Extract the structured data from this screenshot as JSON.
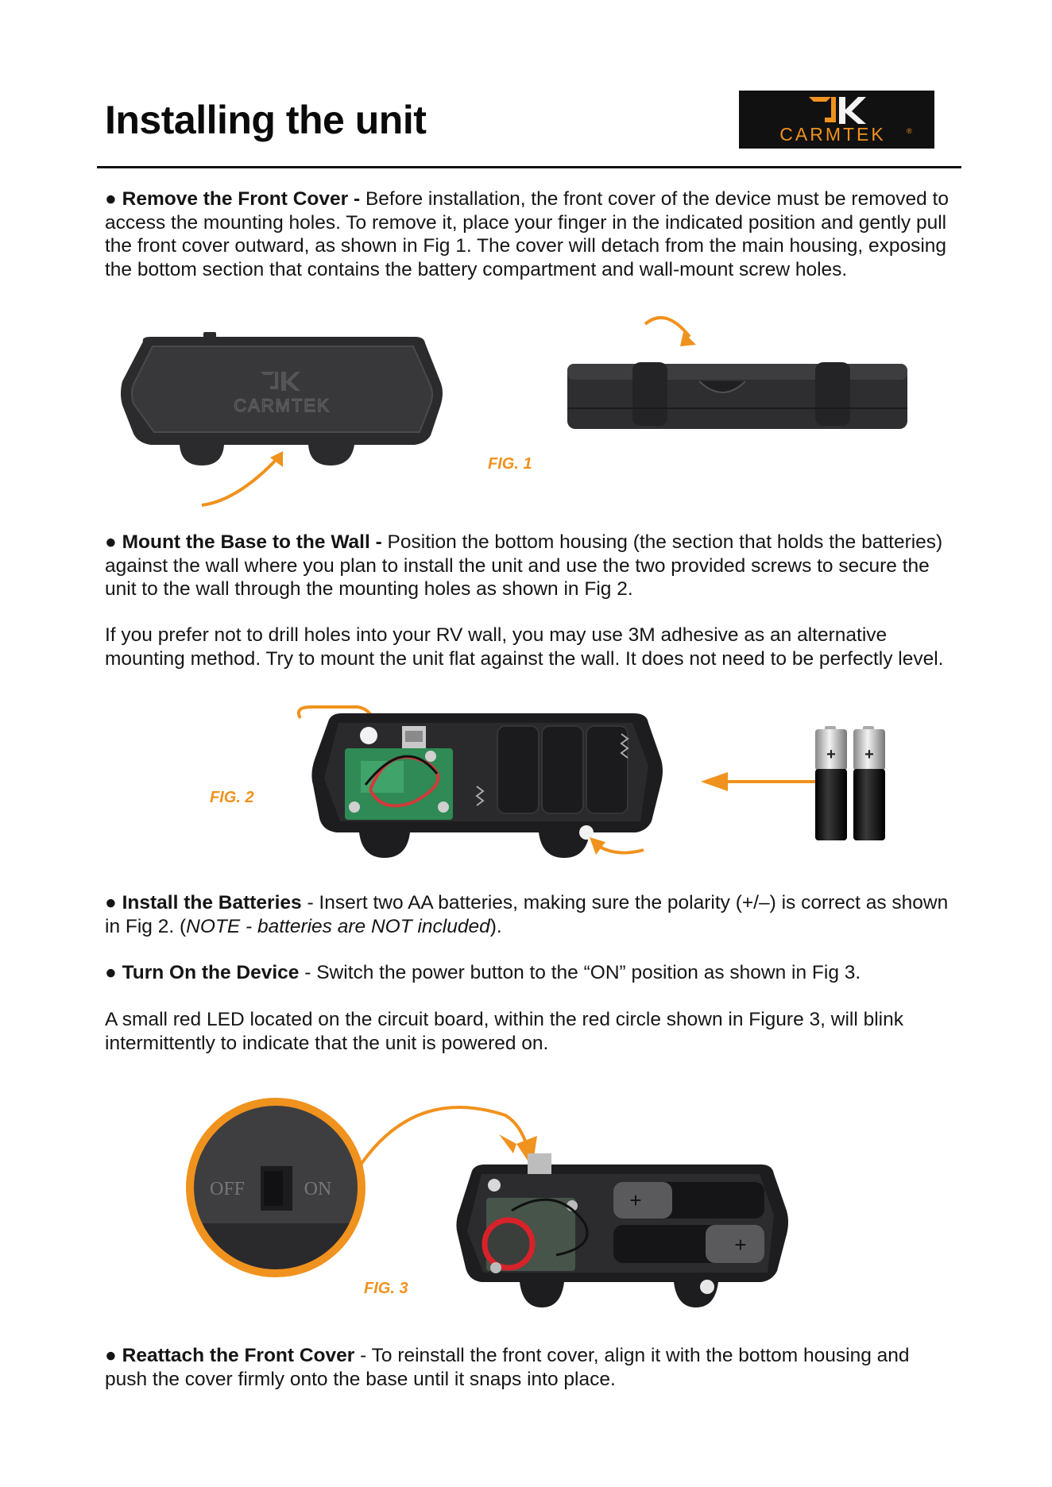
{
  "page": {
    "title": "Installing the unit",
    "logo_text": "CARMTEK",
    "registered_mark": "®"
  },
  "sections": {
    "remove_cover": {
      "bullet": "●",
      "heading": "Remove the Front Cover - ",
      "body": "Before installation, the front cover of the device must be removed to access the mounting holes. To remove it, place your finger in the indicated position and gently pull the front cover outward, as shown in Fig 1. The cover will detach from the main housing, exposing the bottom section that contains the battery compartment and wall-mount screw holes."
    },
    "mount_base": {
      "bullet": "●",
      "heading": "Mount the Base to the Wall - ",
      "body": "Position the bottom housing (the section that holds the batteries) against the wall where you plan to install the unit and use the two provided screws to secure the unit to the wall through the mounting holes as shown in Fig 2."
    },
    "adhesive_note": "If you prefer not to drill holes into your RV wall, you may use 3M adhesive as an alternative mounting method. Try to mount the unit flat against the wall. It does not need to be perfectly level.",
    "install_batteries": {
      "bullet": "●",
      "heading": "Install the Batteries",
      "body": " - Insert two AA batteries, making sure the polarity (+/–) is correct as shown in Fig 2.  (",
      "note": "NOTE - batteries are NOT included",
      "tail": ")."
    },
    "turn_on": {
      "bullet": "●",
      "heading": "Turn On the Device",
      "body": " - Switch the power button to the “ON” position as shown in Fig 3."
    },
    "led_note": "A small red LED located on the circuit board, within the red circle shown in Figure 3, will blink intermittently to indicate that the unit is powered on.",
    "reattach": {
      "bullet": "●",
      "heading": "Reattach the Front Cover",
      "body": " - To reinstall the front cover, align it with the bottom housing and push the cover firmly onto the base until it snaps into place."
    }
  },
  "figures": {
    "fig1": "FIG. 1",
    "fig2": "FIG. 2",
    "fig3": "FIG. 3",
    "device_logo": "CARMTEK",
    "switch_off": "OFF",
    "switch_on": "ON",
    "plus": "+"
  },
  "colors": {
    "accent_orange": "#f0921e",
    "led_circle_red": "#d8222a",
    "housing_dark": "#2b2b2d",
    "pcb_green": "#2f8a55"
  }
}
